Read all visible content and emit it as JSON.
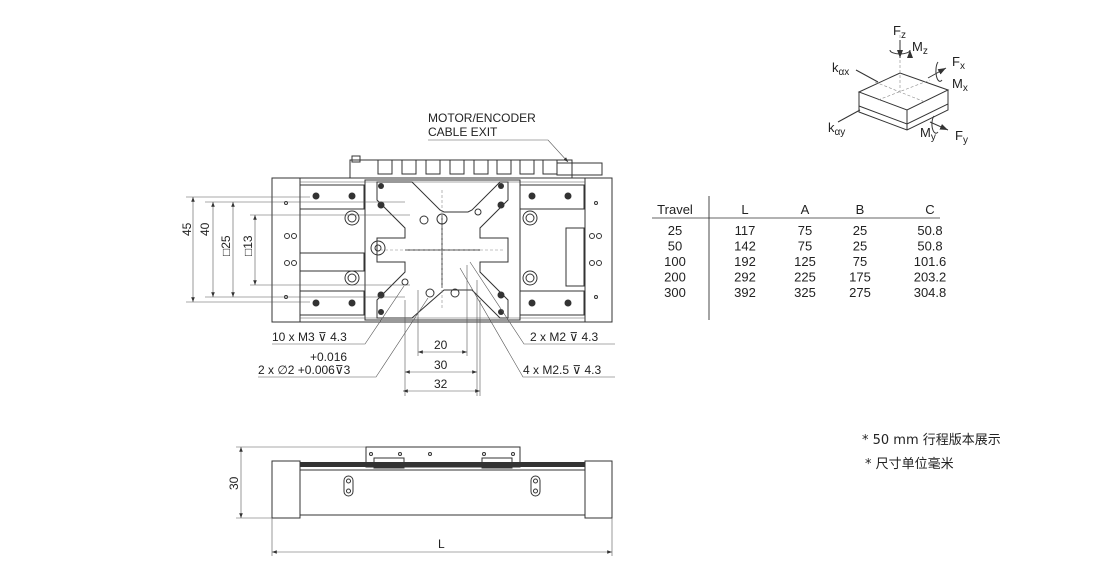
{
  "top_view": {
    "cable_label_1": "MOTOR/ENCODER",
    "cable_label_2": "CABLE EXIT",
    "dim_45": "45",
    "dim_40": "40",
    "dim_25": "□25",
    "dim_13": "□13",
    "dim_20": "20",
    "dim_30": "30",
    "dim_32": "32",
    "callout_m3": "10 x M3 ⊽ 4.3",
    "callout_pin_tol": "+0.016",
    "callout_pin": "2 x ∅2 +0.006⊽3",
    "callout_m2": "2 x M2 ⊽ 4.3",
    "callout_m25": "4 x M2.5 ⊽ 4.3"
  },
  "side_view": {
    "dim_height": "30",
    "dim_length": "L"
  },
  "load_diagram": {
    "fz": "F",
    "fz_sub": "z",
    "mz": "M",
    "mz_sub": "z",
    "fx": "F",
    "fx_sub": "x",
    "mx": "M",
    "mx_sub": "x",
    "fy": "F",
    "fy_sub": "y",
    "my": "M",
    "my_sub": "y",
    "kax": "k",
    "kax_sub": "αx",
    "kay": "k",
    "kay_sub": "αy"
  },
  "table": {
    "headers": [
      "Travel",
      "L",
      "A",
      "B",
      "C"
    ],
    "rows": [
      [
        "25",
        "117",
        "75",
        "25",
        "50.8"
      ],
      [
        "50",
        "142",
        "75",
        "25",
        "50.8"
      ],
      [
        "100",
        "192",
        "125",
        "75",
        "101.6"
      ],
      [
        "200",
        "292",
        "225",
        "175",
        "203.2"
      ],
      [
        "300",
        "392",
        "325",
        "275",
        "304.8"
      ]
    ]
  },
  "notes": [
    "* 50 mm 行程版本展示",
    "* 尺寸单位毫米"
  ]
}
